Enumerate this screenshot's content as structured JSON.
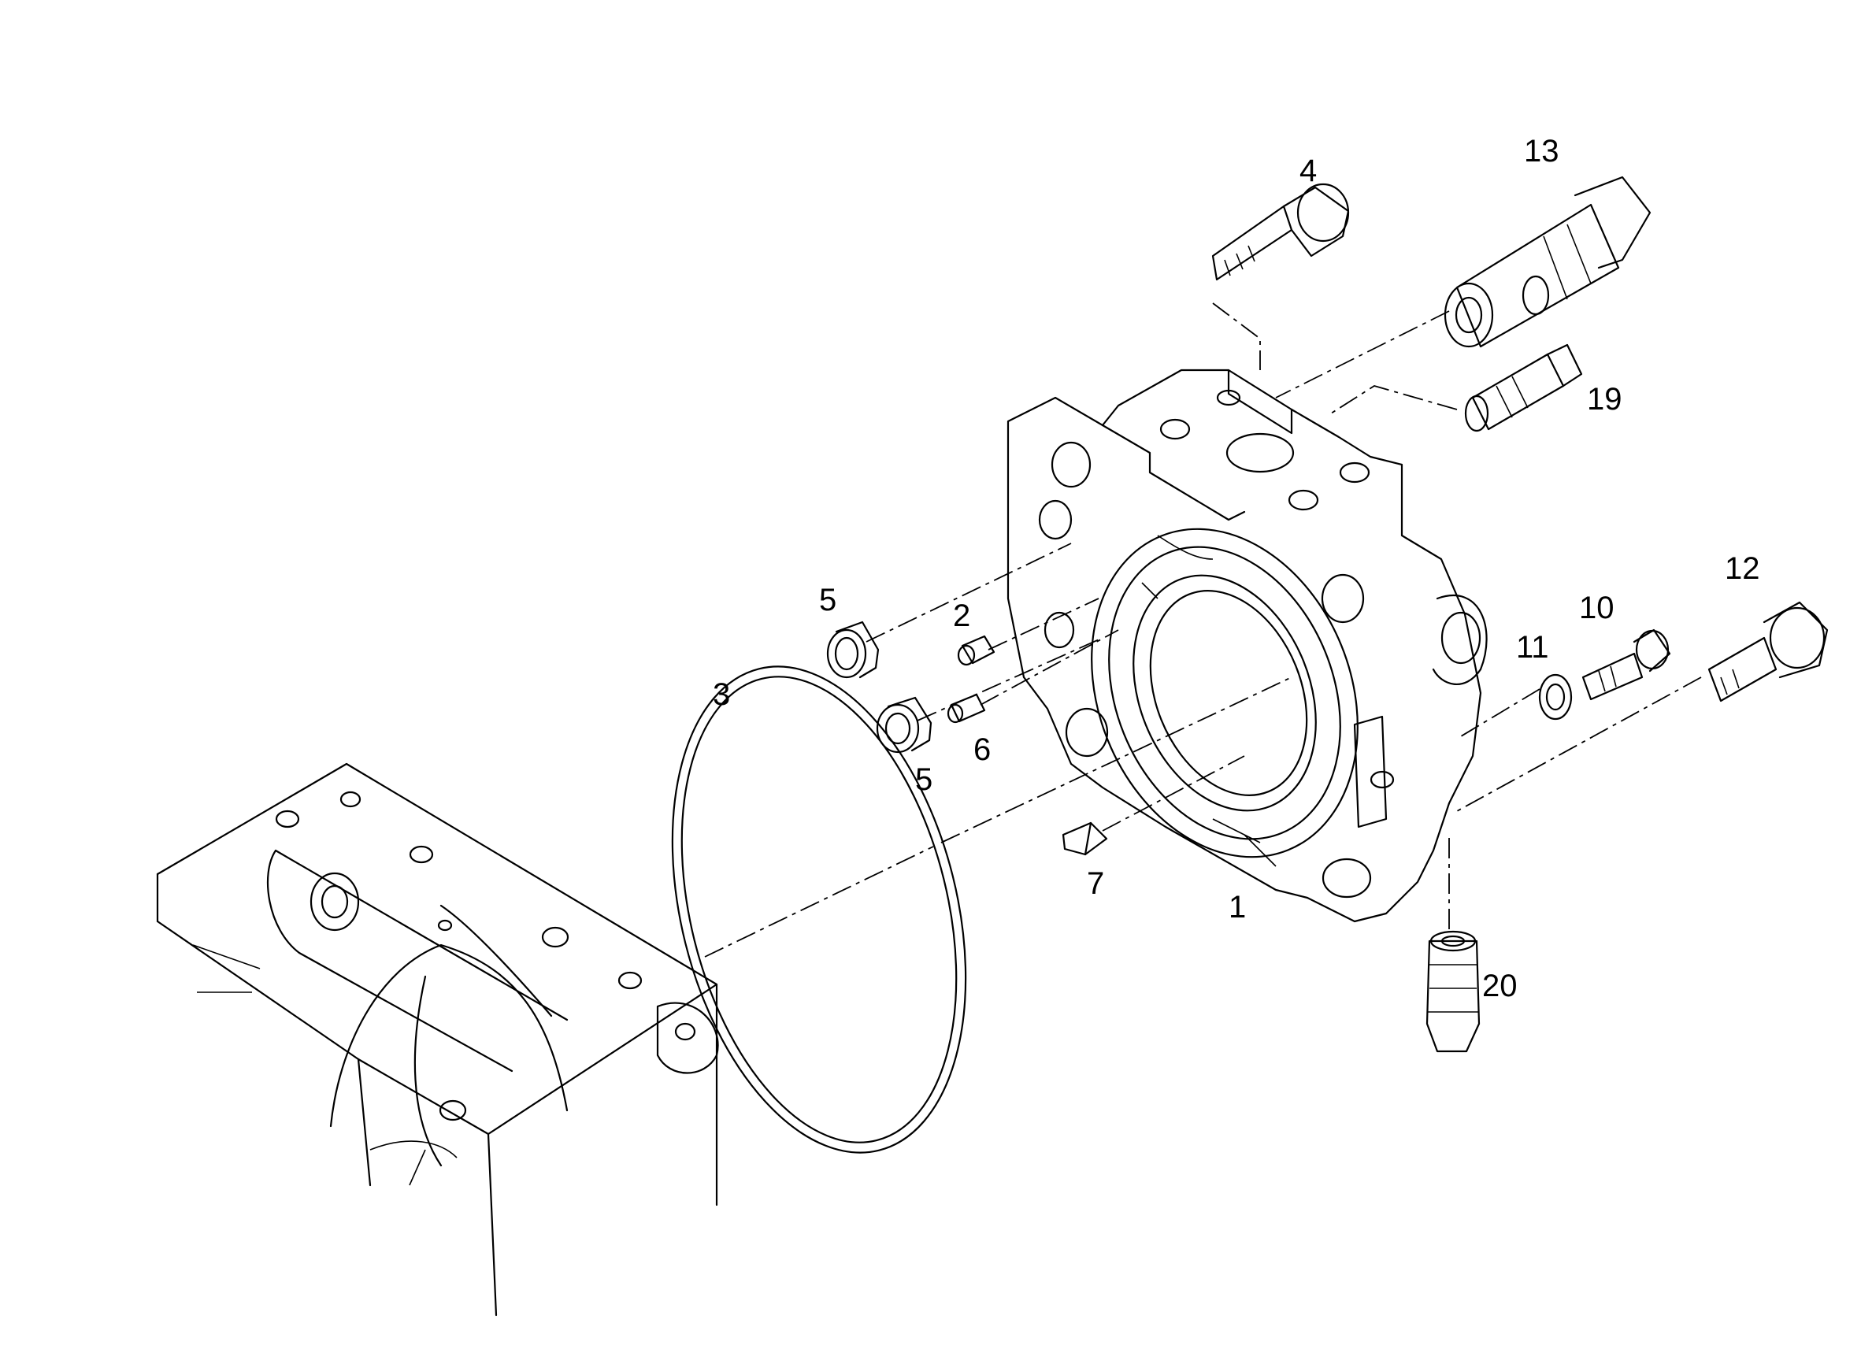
{
  "callouts": {
    "p1": "1",
    "p2": "2",
    "p3": "3",
    "p4": "4",
    "p5a": "5",
    "p5b": "5",
    "p6": "6",
    "p7": "7",
    "p10": "10",
    "p11": "11",
    "p12": "12",
    "p13": "13",
    "p19": "19",
    "p20": "20"
  },
  "colors": {
    "line": "#000000",
    "background": "#ffffff"
  }
}
